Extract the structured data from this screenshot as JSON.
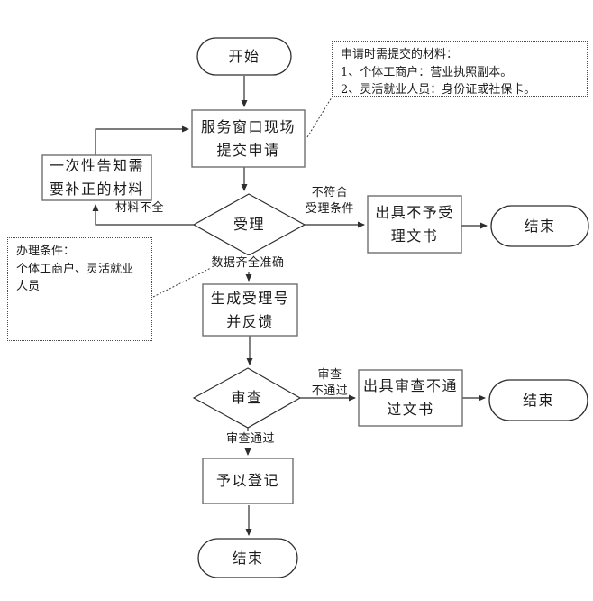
{
  "diagram": {
    "type": "flowchart",
    "colors": {
      "background": "#ffffff",
      "line": "#2e2e2e",
      "process_border": "#6f6f6f",
      "terminal_border": "#2e2e2e",
      "note_border": "#4a4a4a",
      "text": "#1b1b1b"
    },
    "nodes": {
      "start": {
        "label": "开始"
      },
      "submit": {
        "label": "服务窗口现场\n提交申请"
      },
      "notify_correction": {
        "label": "一次性告知需\n要补正的材料"
      },
      "accept_decision": {
        "label": "受理"
      },
      "rejection_doc": {
        "label": "出具不予受\n理文书"
      },
      "end_1": {
        "label": "结束"
      },
      "generate_number": {
        "label": "生成受理号\n并反馈"
      },
      "review_decision": {
        "label": "审查"
      },
      "review_fail_doc": {
        "label": "出具审查不通\n过文书"
      },
      "end_2": {
        "label": "结束"
      },
      "register": {
        "label": "予以登记"
      },
      "end_3": {
        "label": "结束"
      }
    },
    "edge_labels": {
      "materials_incomplete": "材料不全",
      "not_meet_conditions": "不符合\n受理条件",
      "data_complete": "数据齐全准确",
      "review_not_passed": "审查\n不通过",
      "review_passed": "审查通过"
    },
    "notes": {
      "materials": {
        "lines": [
          "申请时需提交的材料：",
          "1、个体工商户：营业执照副本。",
          "2、灵活就业人员：身份证或社保卡。"
        ]
      },
      "conditions": {
        "lines": [
          "办理条件：",
          "个体工商户、灵活就业人员"
        ]
      }
    }
  }
}
